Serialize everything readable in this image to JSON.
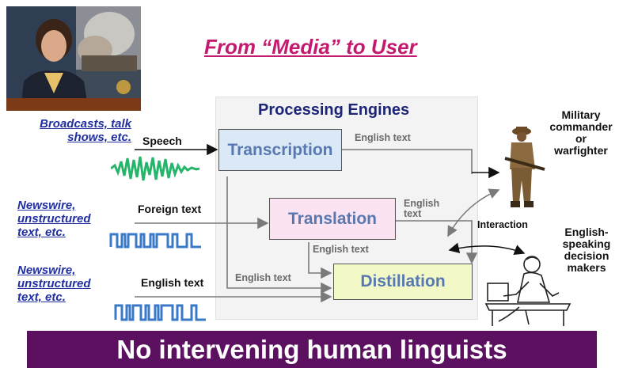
{
  "title": "From “Media” to User",
  "sources": {
    "speech_source": [
      "Broadcasts, talk",
      "shows, etc."
    ],
    "foreign_source": [
      "Newswire,",
      "unstructured",
      "text, etc."
    ],
    "english_source": [
      "Newswire,",
      "unstructured",
      "text, etc."
    ]
  },
  "inputs": {
    "speech": "Speech",
    "foreign_text": "Foreign text",
    "english_text": "English text"
  },
  "panel_title": "Processing Engines",
  "engines": {
    "transcription": "Transcription",
    "translation": "Translation",
    "distillation": "Distillation"
  },
  "flow_labels": {
    "transcription_out": "English text",
    "translation_out": [
      "English",
      "text"
    ],
    "to_distillation_down": "English text",
    "to_distillation_left": "English text",
    "interaction": "Interaction"
  },
  "recipients": {
    "military": [
      "Military",
      "commander",
      "or",
      "warfighter"
    ],
    "decision": [
      "English-",
      "speaking",
      "decision",
      "makers"
    ]
  },
  "banner": "No intervening human linguists",
  "colors": {
    "title": "#c41a6e",
    "source_link": "#1f2fa0",
    "transcription_fill": "#dbe9f7",
    "translation_fill": "#fbe3f1",
    "distillation_fill": "#f2f8c6",
    "engine_text": "#5878b2",
    "banner": "#5c1160"
  }
}
